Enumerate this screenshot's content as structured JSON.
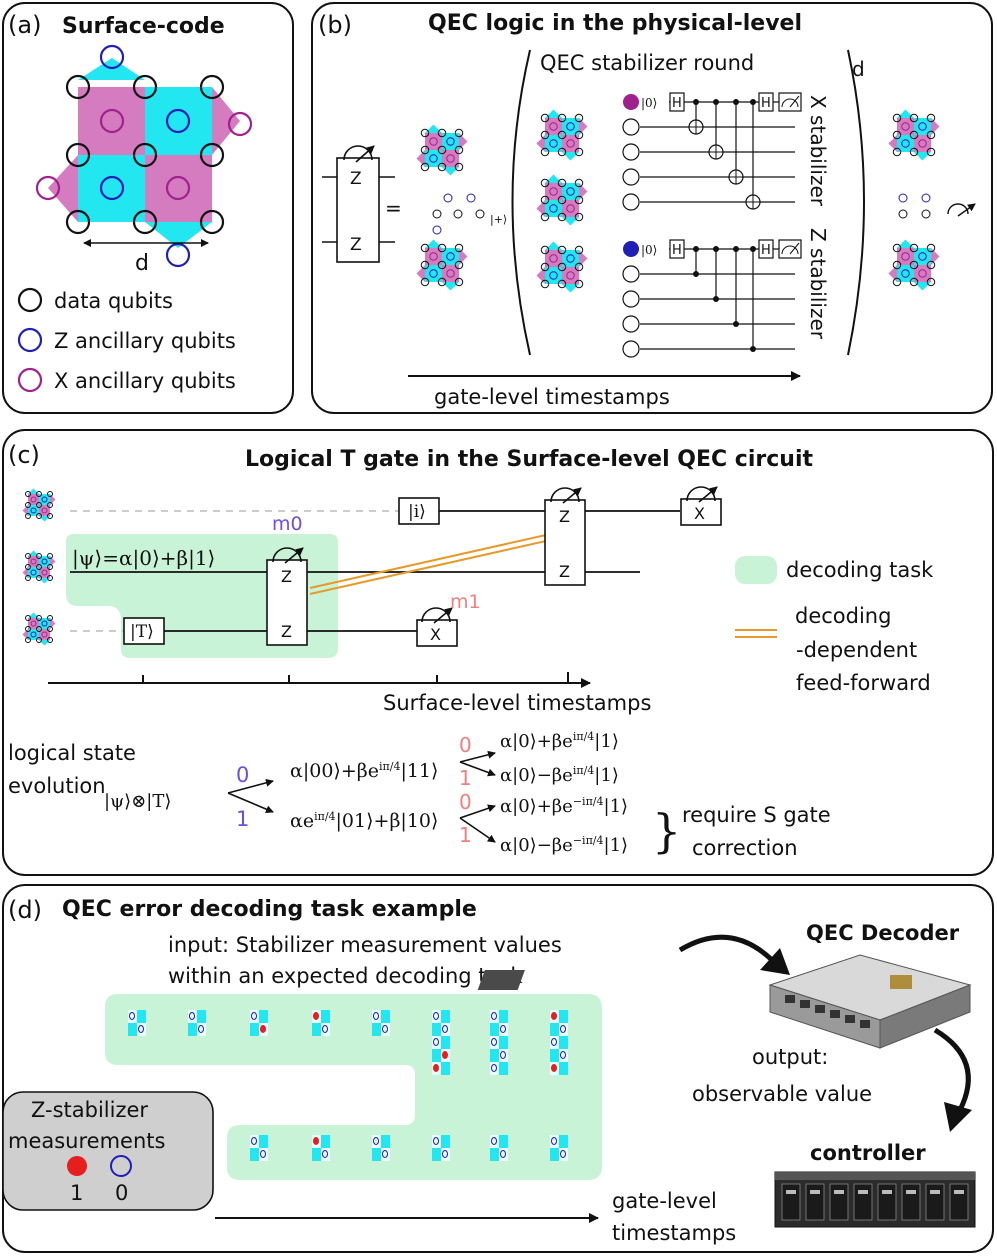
{
  "colors": {
    "cyan": "#22e6f0",
    "pink": "#d57cc0",
    "data_ring": "#111111",
    "z_ring": "#1f1fb8",
    "x_ring": "#a0218e",
    "green": "#c9f3d6",
    "orange": "#e69a2a",
    "m0": "#6c4fe0",
    "m1": "#f08080",
    "red": "#e61e1e",
    "gray": "#cfcfcf"
  },
  "panel_a": {
    "tag": "(a)",
    "title": "Surface-code",
    "d_label": "d",
    "legend": [
      {
        "label": "data qubits",
        "icon": "black-circle"
      },
      {
        "label": "Z ancillary qubits",
        "icon": "blue-circle"
      },
      {
        "label": "X ancillary qubits",
        "icon": "purple-circle"
      }
    ]
  },
  "panel_b": {
    "tag": "(b)",
    "title": "QEC logic in the physical-level",
    "round_label": "QEC stabilizer round",
    "d": "d",
    "x_stab": "X stabilizer",
    "z_stab": "Z stabilizer",
    "Z": "Z",
    "H": "H",
    "ket0": "|0⟩",
    "plus": "|+⟩",
    "eq": "=",
    "timestamps": "gate-level timestamps"
  },
  "panel_c": {
    "tag": "(c)",
    "title": "Logical T gate in the Surface-level QEC circuit",
    "psi": "ψ⟩=α|0⟩+β|1⟩",
    "T": "|T⟩",
    "i": "|i⟩",
    "m0": "m0",
    "m1": "m1",
    "Z": "Z",
    "X": "X",
    "legend_task": "decoding task",
    "legend_ff": [
      "decoding",
      "-dependent",
      "feed-forward"
    ],
    "timestamps": "Surface-level timestamps",
    "evo_label": [
      "logical state",
      "evolution"
    ],
    "psiT": "|ψ⟩⊗|T⟩",
    "b0": "0",
    "b1": "1",
    "s00": "α|00⟩+βe^{iπ/4}|11⟩",
    "s01": "αe^{iπ/4}|01⟩+β|10⟩",
    "r1": "α|0⟩+βe^{iπ/4}|1⟩",
    "r2": "α|0⟩−βe^{iπ/4}|1⟩",
    "r3": "α|0⟩+βe^{−iπ/4}|1⟩",
    "r4": "α|0⟩−βe^{−iπ/4}|1⟩",
    "brace": "}",
    "require": [
      "require S gate",
      "correction"
    ]
  },
  "panel_d": {
    "tag": "(d)",
    "title": "QEC error decoding task example",
    "input": [
      "input: Stabilizer measurement values",
      "within an expected decoding task"
    ],
    "decoder": "QEC Decoder",
    "output": [
      "output:",
      "observable value"
    ],
    "controller": "controller",
    "zstab": [
      "Z-stabilizer",
      "measurements"
    ],
    "one": "1",
    "zero": "0",
    "timestamps": [
      "gate-level",
      "timestamps"
    ]
  }
}
